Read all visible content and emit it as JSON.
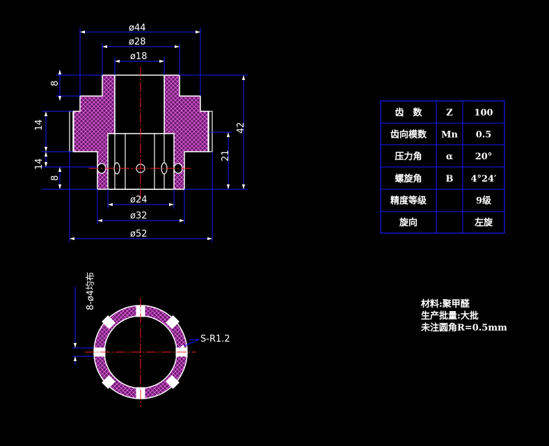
{
  "drawing": {
    "front_view": {
      "dim_top_outer": "ø44",
      "dim_top_mid": "ø28",
      "dim_top_inner": "ø18",
      "dim_bottom_inner": "ø24",
      "dim_bottom_mid": "ø32",
      "dim_bottom_outer": "ø52",
      "dim_left_top": "8",
      "dim_left_mid": "14",
      "dim_left_low": "14",
      "dim_left_bottom": "8",
      "dim_right_inner": "21",
      "dim_right_outer": "42"
    },
    "section_view": {
      "hole_note": "8-ø4均布",
      "radius_note": "S-R1.2"
    }
  },
  "params_table": {
    "rows": [
      {
        "name": "齿　数",
        "symbol": "Z",
        "value": "100"
      },
      {
        "name": "齿向模数",
        "symbol": "Mn",
        "value": "0.5"
      },
      {
        "name": "压力角",
        "symbol": "α",
        "value": "20°"
      },
      {
        "name": "螺旋角",
        "symbol": "B",
        "value": "4°24′"
      },
      {
        "name": "精度等级",
        "symbol": "",
        "value": "9级"
      },
      {
        "name": "旋向",
        "symbol": "",
        "value": "左旋"
      }
    ]
  },
  "notes": {
    "material": "材料:聚甲醛",
    "batch": "生产批量:大批",
    "fillet": "未注圆角R=0.5mm"
  },
  "colors": {
    "background": "#000000",
    "dimension": "#1a1aff",
    "outline": "#ffffff",
    "hatch": "#cc33cc",
    "centerline": "#ff2020",
    "table_border": "#1a1aff"
  }
}
